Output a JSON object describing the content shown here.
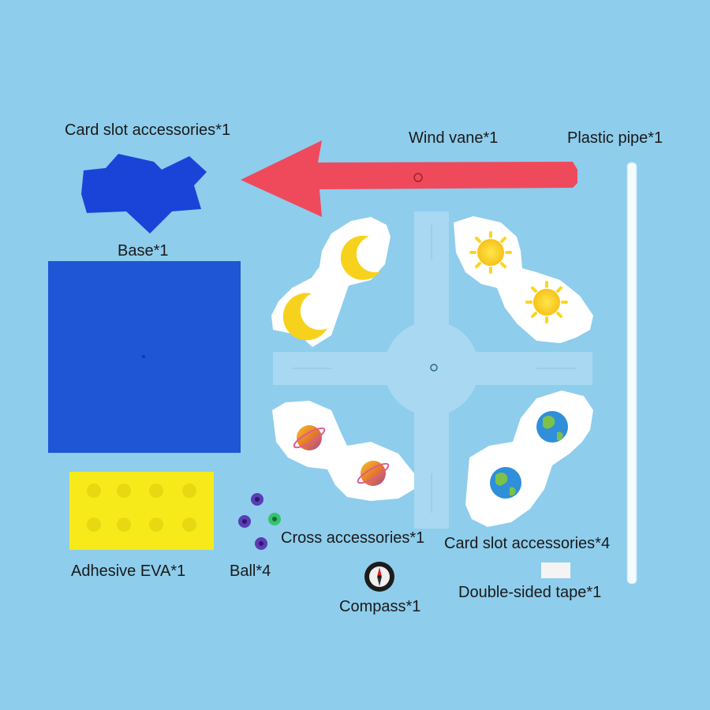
{
  "labels": {
    "card_slot_1": "Card slot accessories*1",
    "wind_vane": "Wind vane*1",
    "plastic_pipe": "Plastic pipe*1",
    "base": "Base*1",
    "cross": "Cross accessories*1",
    "card_slot_4": "Card slot accessories*4",
    "adhesive_eva": "Adhesive EVA*1",
    "ball": "Ball*4",
    "tape": "Double-sided tape*1",
    "compass": "Compass*1"
  },
  "colors": {
    "background": "#8ecdec",
    "base_foam": "#1e56d6",
    "card_slot_foam": "#1a44d8",
    "wind_vane": "#ef4a5c",
    "cross": "#a8d8f2",
    "eva": "#f6ea1a",
    "card": "#ffffff",
    "moon": "#f7d21c",
    "sun": "#fbd61c",
    "planet": "#f0a326",
    "earth_ocean": "#2f8fd8",
    "earth_land": "#7cc24a",
    "ball_purple": "#5b3db5",
    "ball_green": "#34c46a"
  },
  "icons": [
    "moon-icon",
    "sun-icon",
    "saturn-icon",
    "earth-icon",
    "compass-icon"
  ]
}
